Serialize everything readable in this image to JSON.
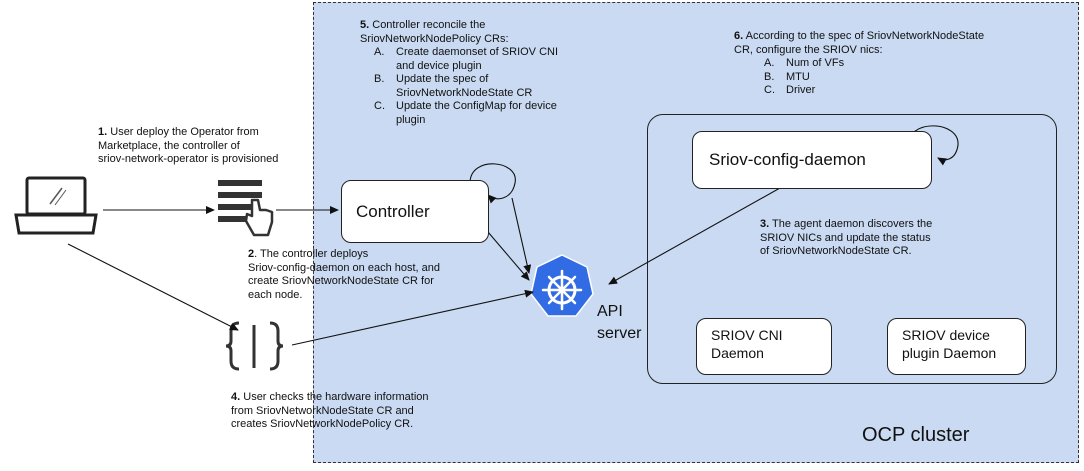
{
  "cluster": {
    "label": "OCP cluster"
  },
  "controller": {
    "label": "Controller"
  },
  "config_daemon": {
    "label": "Sriov-config-daemon"
  },
  "cni_daemon": {
    "line1": "SRIOV CNI",
    "line2": "Daemon"
  },
  "device_plugin": {
    "line1": "SRIOV device",
    "line2": "plugin Daemon"
  },
  "api_server": {
    "line1": "API",
    "line2": "server"
  },
  "notes": {
    "step1": {
      "num": "1.",
      "line1": " User deploy the Operator from",
      "line2": "Marketplace,  the controller of",
      "line3": "sriov-network-operator is provisioned"
    },
    "step2": {
      "num": "2",
      "line1": ". The controller deploys",
      "line2": "Sriov-config-daemon on each host, and",
      "line3": "create SriovNetworkNodeState CR for",
      "line4": "each node."
    },
    "step3": {
      "num": "3.",
      "line1": " The agent daemon discovers the",
      "line2": "SRIOV NICs and update the status",
      "line3": "of SriovNetworkNodeState CR."
    },
    "step4": {
      "num": "4.",
      "line1": " User checks  the hardware information",
      "line2": "from SriovNetworkNodeState CR and",
      "line3": "creates SriovNetworkNodePolicy CR."
    },
    "step5": {
      "num": "5.",
      "line1": " Controller reconcile the",
      "line2": "SriovNetworkNodePolicy CRs:",
      "items": [
        {
          "label": "A.",
          "text1": "Create daemonset of SRIOV CNI",
          "text2": "and device plugin"
        },
        {
          "label": "B.",
          "text1": "Update the spec of",
          "text2": "SriovNetworkNodeState CR"
        },
        {
          "label": "C.",
          "text1": "Update the ConfigMap for device",
          "text2": "plugin"
        }
      ]
    },
    "step6": {
      "num": "6.",
      "line1": " According to the spec of SriovNetworkNodeState",
      "line2": "CR, configure the SRIOV nics:",
      "items": [
        {
          "label": "A.",
          "text": "Num of VFs"
        },
        {
          "label": "B.",
          "text": "MTU"
        },
        {
          "label": "C.",
          "text": "Driver"
        }
      ]
    }
  },
  "colors": {
    "cluster_bg": "#c9daf2",
    "k8s_blue": "#326ce5"
  },
  "icons": [
    "laptop-icon",
    "marketplace-hand-icon",
    "json-braces-icon",
    "kubernetes-icon"
  ]
}
